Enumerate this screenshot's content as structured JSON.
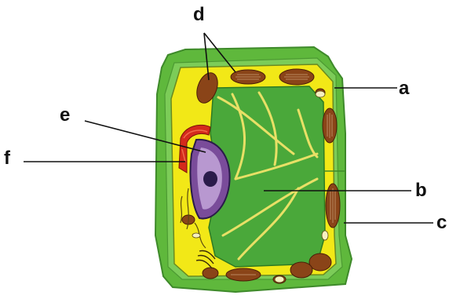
{
  "labels": {
    "a": "a",
    "b": "b",
    "c": "c",
    "d": "d",
    "e": "e",
    "f": "f"
  },
  "colors": {
    "cell_wall": "#5fb83c",
    "cell_wall_dark": "#3e8a2a",
    "cytoplasm": "#f2e817",
    "vacuole": "#4aa83a",
    "chloroplast": "#8a4418",
    "nucleus": "#6a3f8a",
    "nucleolus": "#2a1b4a",
    "golgi": "#d42a1c",
    "leader_line": "#111111"
  }
}
